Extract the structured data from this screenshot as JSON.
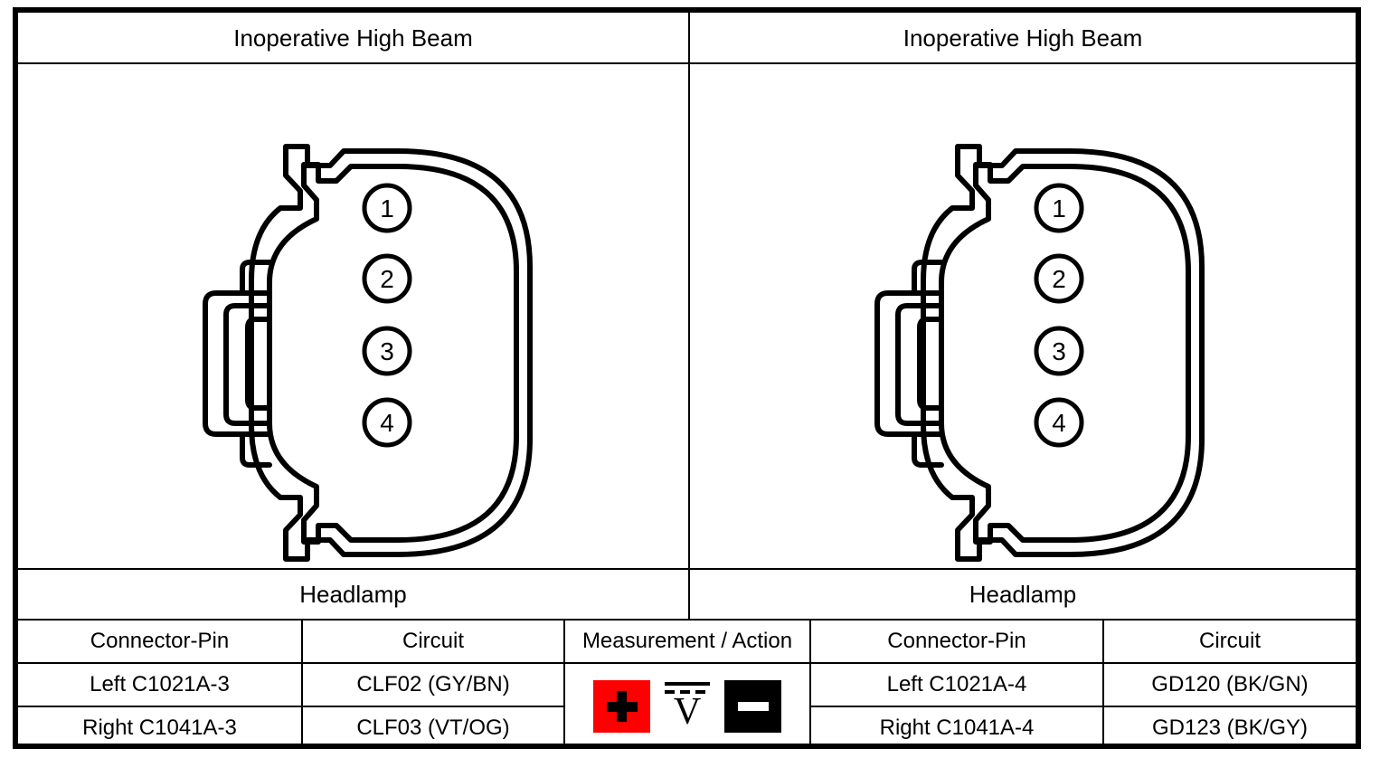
{
  "document": {
    "type": "wiring-diagram-pinpoint-test"
  },
  "panels": [
    {
      "id": "left",
      "title": "Inoperative High Beam",
      "component_label": "Headlamp",
      "connector": {
        "pins": [
          "1",
          "2",
          "3",
          "4"
        ]
      },
      "table": {
        "headers": [
          "Connector-Pin",
          "Circuit"
        ],
        "rows": [
          {
            "connector_pin": "Left C1021A-3",
            "circuit": "CLF02 (GY/BN)"
          },
          {
            "connector_pin": "Right C1041A-3",
            "circuit": "CLF03 (VT/OG)"
          }
        ]
      }
    },
    {
      "id": "right",
      "title": "Inoperative High Beam",
      "component_label": "Headlamp",
      "connector": {
        "pins": [
          "1",
          "2",
          "3",
          "4"
        ]
      },
      "table": {
        "headers": [
          "Connector-Pin",
          "Circuit"
        ],
        "rows": [
          {
            "connector_pin": "Left C1021A-4",
            "circuit": "GD120 (BK/GN)"
          },
          {
            "connector_pin": "Right C1041A-4",
            "circuit": "GD123 (BK/GY)"
          }
        ]
      }
    }
  ],
  "measurement": {
    "header": "Measurement / Action",
    "positive_label": "+",
    "negative_label": "-",
    "meter_symbol": "V",
    "meter_mode": "DC voltage",
    "positive_color": "#FF0000",
    "negative_color": "#000000"
  }
}
